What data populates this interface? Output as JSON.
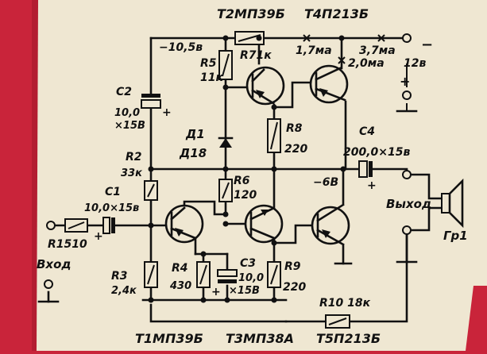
{
  "colors": {
    "paper": "#efe7d2",
    "frame": "#c9243a",
    "ink": "#111111"
  },
  "labels": {
    "top_t2": "T2МП39Б",
    "top_t4": "T4П213Б",
    "v_top_left": "−10,5в",
    "r7": "R71к",
    "i_1": "1,7ма",
    "i_2": "3,7ма",
    "i_3": "2,0ма",
    "minus": "−",
    "v12": "12в",
    "plus": "+",
    "r5": "R5",
    "r5v": "11к",
    "c2": "C2",
    "c2v1": "10,0",
    "c2v2": "×15В",
    "d1": "Д1",
    "d1v": "Д18",
    "r8": "R8",
    "r8v": "220",
    "c4": "C4",
    "c4v": "200,0×15в",
    "r2": "R2",
    "r2v": "33к",
    "v_mid": "−6В",
    "r6": "R6",
    "r6v": "120",
    "c1": "C1",
    "c1v": "10,0×15в",
    "out": "Выход",
    "r1": "R1510",
    "gr": "Гр1",
    "in": "Вход",
    "r3": "R3",
    "r3v": "2,4к",
    "r4": "R4",
    "r4v": "430",
    "c3": "C3",
    "c3v1": "10,0",
    "c3v2": "×15В",
    "r9": "R9",
    "r9v": "220",
    "r10": "R10 18к",
    "bottom_t1": "T1МП39Б",
    "bottom_t3": "T3МП38А",
    "bottom_t5": "T5П213Б"
  }
}
